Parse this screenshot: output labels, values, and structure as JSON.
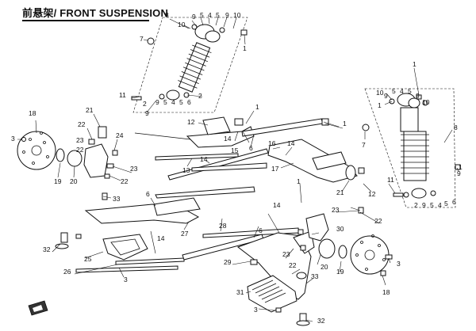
{
  "title": "前悬架/ FRONT SUSPENSION",
  "callouts": [
    {
      "text": "8"
    },
    {
      "text": "10"
    },
    {
      "text": "9"
    },
    {
      "text": "5"
    },
    {
      "text": "4"
    },
    {
      "text": "5"
    },
    {
      "text": "9"
    },
    {
      "text": "10"
    },
    {
      "text": "7"
    },
    {
      "text": "1"
    },
    {
      "text": "11"
    },
    {
      "text": "2"
    },
    {
      "text": "9"
    },
    {
      "text": "5"
    },
    {
      "text": "4"
    },
    {
      "text": "5"
    },
    {
      "text": "6"
    },
    {
      "text": "9"
    },
    {
      "text": "2"
    },
    {
      "text": "1"
    },
    {
      "text": "12"
    },
    {
      "text": "14"
    },
    {
      "text": "1"
    },
    {
      "text": "6"
    },
    {
      "text": "15"
    },
    {
      "text": "16"
    },
    {
      "text": "14"
    },
    {
      "text": "17"
    },
    {
      "text": "18"
    },
    {
      "text": "21"
    },
    {
      "text": "22"
    },
    {
      "text": "24"
    },
    {
      "text": "3"
    },
    {
      "text": "23"
    },
    {
      "text": "22"
    },
    {
      "text": "23"
    },
    {
      "text": "19"
    },
    {
      "text": "20"
    },
    {
      "text": "22"
    },
    {
      "text": "13"
    },
    {
      "text": "14"
    },
    {
      "text": "1"
    },
    {
      "text": "10"
    },
    {
      "text": "9"
    },
    {
      "text": "5"
    },
    {
      "text": "4"
    },
    {
      "text": "5"
    },
    {
      "text": "9"
    },
    {
      "text": "10"
    },
    {
      "text": "1"
    },
    {
      "text": "7"
    },
    {
      "text": "8"
    },
    {
      "text": "12"
    },
    {
      "text": "11"
    },
    {
      "text": "2"
    },
    {
      "text": "9"
    },
    {
      "text": "5"
    },
    {
      "text": "4"
    },
    {
      "text": "5"
    },
    {
      "text": "6"
    },
    {
      "text": "9"
    },
    {
      "text": "1"
    },
    {
      "text": "21"
    },
    {
      "text": "1"
    },
    {
      "text": "33"
    },
    {
      "text": "6"
    },
    {
      "text": "23"
    },
    {
      "text": "22"
    },
    {
      "text": "14"
    },
    {
      "text": "28"
    },
    {
      "text": "27"
    },
    {
      "text": "30"
    },
    {
      "text": "6"
    },
    {
      "text": "32"
    },
    {
      "text": "14"
    },
    {
      "text": "25"
    },
    {
      "text": "26"
    },
    {
      "text": "3"
    },
    {
      "text": "29"
    },
    {
      "text": "23"
    },
    {
      "text": "22"
    },
    {
      "text": "33"
    },
    {
      "text": "20"
    },
    {
      "text": "19"
    },
    {
      "text": "3"
    },
    {
      "text": "18"
    },
    {
      "text": "31"
    },
    {
      "text": "3"
    },
    {
      "text": "32"
    }
  ]
}
